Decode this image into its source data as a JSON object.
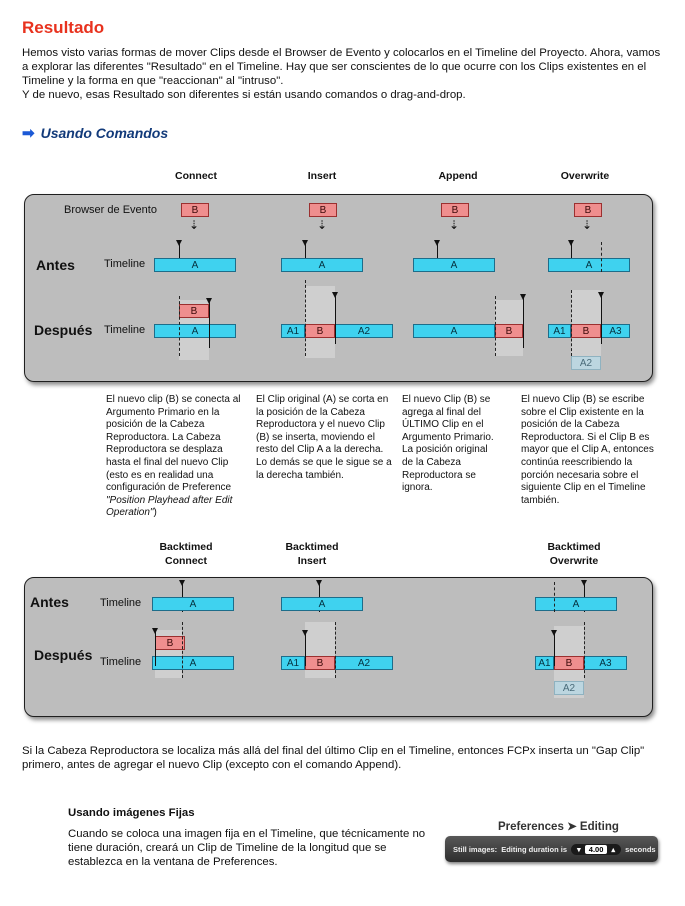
{
  "title": "Resultado",
  "intro_p1": "Hemos visto varias formas de mover Clips desde el Browser de Evento y colocarlos en el Timeline del Proyecto. Ahora, vamos a explorar las diferentes \"Resultado\" en el Timeline. Hay que ser conscientes de lo que ocurre con los Clips existentes en el Timeline y la forma en que \"reaccionan\" al \"intruso\".",
  "intro_p2": "Y de nuevo, esas Resultado son diferentes si están usando comandos o drag-and-drop.",
  "section_title": "Usando Comandos",
  "section_arrow": "➡",
  "columns": [
    "Connect",
    "Insert",
    "Append",
    "Overwrite"
  ],
  "backtimed_columns": [
    "Backtimed\nConnect",
    "Backtimed\nInsert",
    "Backtimed\nOverwrite"
  ],
  "labels": {
    "browser": "Browser de Evento",
    "antes": "Antes",
    "despues": "Después",
    "timeline": "Timeline",
    "clip_a": "A",
    "clip_b": "B",
    "clip_a1": "A1",
    "clip_a2": "A2",
    "clip_a3": "A3",
    "arrow_glyph": "⇣"
  },
  "descriptions": {
    "connect": "El nuevo clip (B) se conecta al Argumento Primario en la posición de la Cabeza Reproductora. La Cabeza Reproductora se desplaza hasta el final del nuevo Clip (esto es en realidad una configuración de Preference ",
    "connect_italic": "\"Position Playhead after Edit Operation\"",
    "connect_end": ")",
    "insert": "El Clip original (A) se corta en la posición de la Cabeza Reproductora y el nuevo Clip (B) se inserta, moviendo el resto del Clip A a la derecha. Lo demás se que le sigue se a la derecha también.",
    "append": "El nuevo Clip (B) se agrega al final del ÚLTIMO Clip en el Argumento Primario. La posición original de la Cabeza Reproductora se ignora.",
    "overwrite": "El nuevo Clip (B) se escribe sobre el Clip existente en la posición de la Cabeza Reproductora. Si el Clip B es mayor que el Clip A, entonces continúa reescribiendo la porción necesaria sobre el siguiente Clip en el Timeline también."
  },
  "gap_note": "Si la Cabeza Reproductora se localiza más allá del final del último Clip en el Timeline, entonces FCPx inserta un  \"Gap Clip\" primero, antes de agregar el nuevo Clip (excepto con el comando Append).",
  "still_title": "Usando imágenes Fijas",
  "still_text": "Cuando se coloca una imagen fija en el Timeline, que técnicamente no tiene duración, creará un Clip de Timeline de la longitud que se establezca en la ventana de Preferences.",
  "preferences": {
    "title_left": "Preferences",
    "title_arrow": "➤",
    "title_right": "Editing",
    "still_images": "Still images:",
    "editing_duration": "Editing duration is",
    "value": "4.00",
    "seconds": "seconds",
    "stepper_down": "▾",
    "stepper_up": "▴"
  }
}
